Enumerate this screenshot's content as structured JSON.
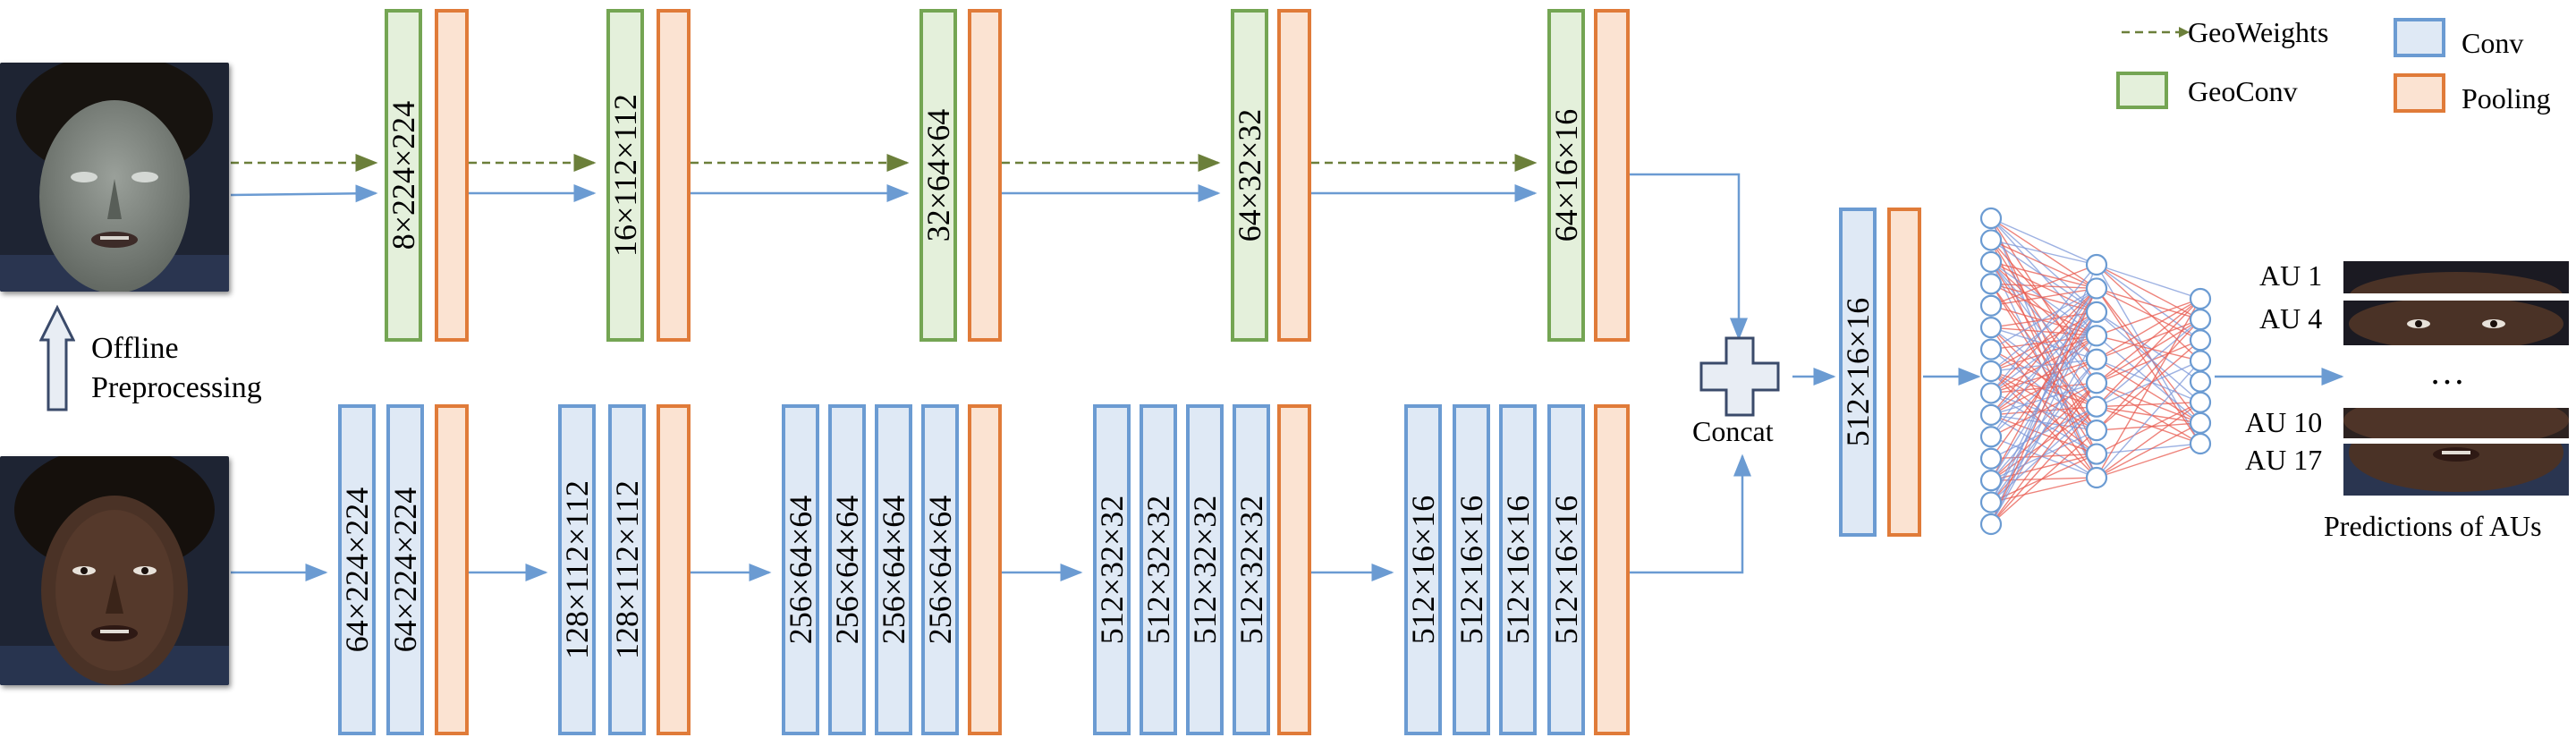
{
  "legend": {
    "geoweights": "GeoWeights",
    "geoconv": "GeoConv",
    "conv": "Conv",
    "pooling": "Pooling"
  },
  "preprocess": {
    "label_line1": "Offline",
    "label_line2": "Preprocessing"
  },
  "geo_branch": [
    "8×224×224",
    "16×112×112",
    "32×64×64",
    "64×32×32",
    "64×16×16"
  ],
  "conv_branch": [
    [
      "64×224×224",
      "64×224×224"
    ],
    [
      "128×112×112",
      "128×112×112"
    ],
    [
      "256×64×64",
      "256×64×64",
      "256×64×64",
      "256×64×64"
    ],
    [
      "512×32×32",
      "512×32×32",
      "512×32×32",
      "512×32×32"
    ],
    [
      "512×16×16",
      "512×16×16",
      "512×16×16",
      "512×16×16"
    ]
  ],
  "concat": {
    "label": "Concat"
  },
  "merged": {
    "label": "512×16×16"
  },
  "outputs": {
    "au_labels": [
      "AU 1",
      "AU 4",
      "AU 10",
      "AU 17"
    ],
    "ellipsis": "…",
    "caption": "Predictions of AUs"
  },
  "colors": {
    "geoconv_fill": "#e4f0db",
    "geoconv_border": "#74a553",
    "conv_fill": "#dfe9f5",
    "conv_border": "#6b9bd2",
    "pool_fill": "#fbe3d2",
    "pool_border": "#e07b39",
    "arrow": "#6b9bd2",
    "geoweights_arrow": "#6b7f3a"
  }
}
